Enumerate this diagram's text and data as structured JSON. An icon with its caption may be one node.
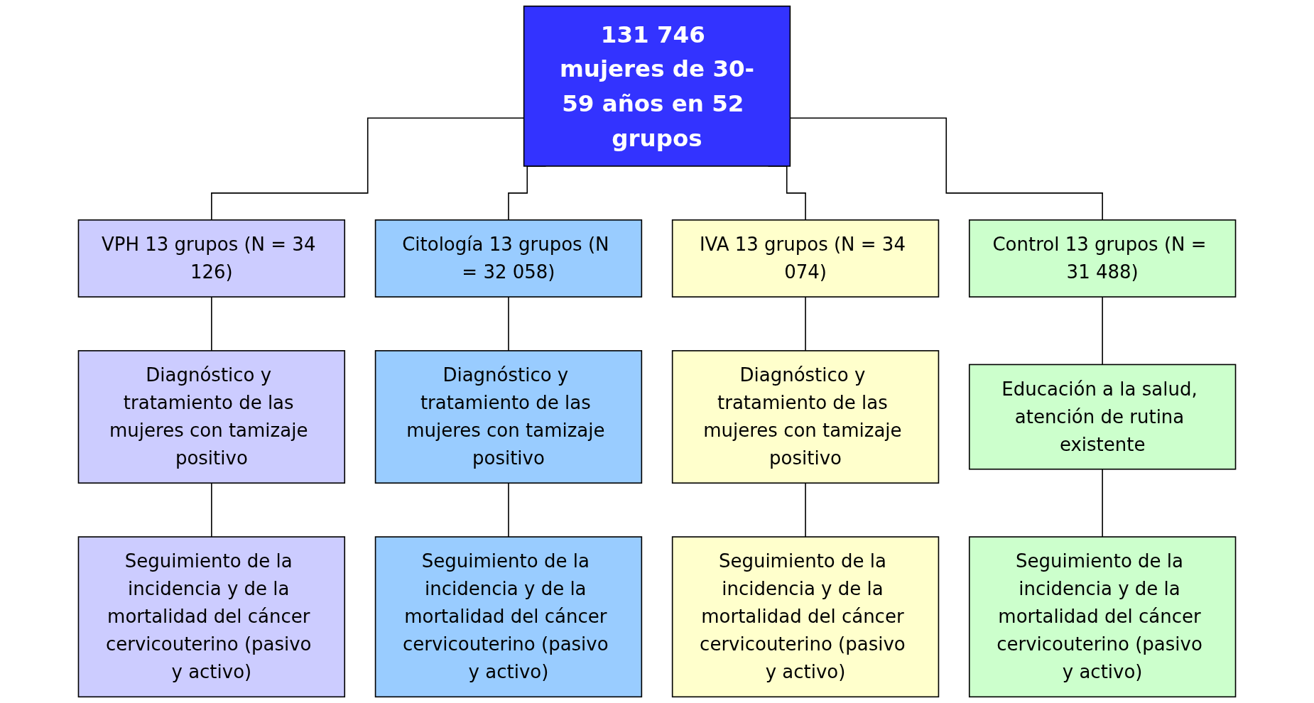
{
  "diagram": {
    "nodes": [
      {
        "text": [
          "131 746 mujeres de 30-59 años en 52 grupos"
        ]
      },
      {
        "text": [
          "VPH 13 grupos (N = 34 126)"
        ]
      },
      {
        "text": [
          "Citología 13 grupos (N = 32 058)"
        ]
      },
      {
        "text": [
          "IVA 13 grupos (N = 34 074)"
        ]
      },
      {
        "text": [
          "Control 13 grupos (N = 31 488)"
        ]
      },
      {
        "text": [
          "Diagnóstico y tratamiento de las mujeres con tamizaje positivo"
        ]
      },
      {
        "text": [
          "Diagnóstico y tratamiento de las mujeres con tamizaje positivo"
        ]
      },
      {
        "text": [
          "Diagnóstico y tratamiento de las mujeres con tamizaje positivo"
        ]
      },
      {
        "text": [
          "Educación a la salud, atención de rutina existente"
        ]
      },
      {
        "text": [
          "Seguimiento de la incidencia y de la mortalidad del cáncer cervicouterino (pasivo y activo)"
        ]
      },
      {
        "text": [
          "Seguimiento de la incidencia y de la mortalidad del cáncer cervicouterino (pasivo y activo)"
        ]
      },
      {
        "text": [
          "Seguimiento de la incidencia y de la mortalidad del cáncer cervicouterino (pasivo y activo)"
        ]
      },
      {
        "text": [
          "Seguimiento de la incidencia y de la mortalidad del cáncer cervicouterino (pasivo y activo)"
        ]
      }
    ],
    "edges": [
      {
        "from": 0,
        "to": 1,
        "arrow": "none"
      },
      {
        "from": 0,
        "to": 2,
        "arrow": "none"
      },
      {
        "from": 0,
        "to": 3,
        "arrow": "none"
      },
      {
        "from": 0,
        "to": 4,
        "arrow": "none"
      },
      {
        "from": 1,
        "to": 5,
        "arrow": "none"
      },
      {
        "from": 2,
        "to": 6,
        "arrow": "none"
      },
      {
        "from": 3,
        "to": 7,
        "arrow": "none"
      },
      {
        "from": 4,
        "to": 8,
        "arrow": "none"
      },
      {
        "from": 5,
        "to": 9,
        "arrow": "none"
      },
      {
        "from": 6,
        "to": 10,
        "arrow": "none"
      },
      {
        "from": 7,
        "to": 11,
        "arrow": "none"
      },
      {
        "from": 8,
        "to": 12,
        "arrow": "none"
      }
    ]
  }
}
